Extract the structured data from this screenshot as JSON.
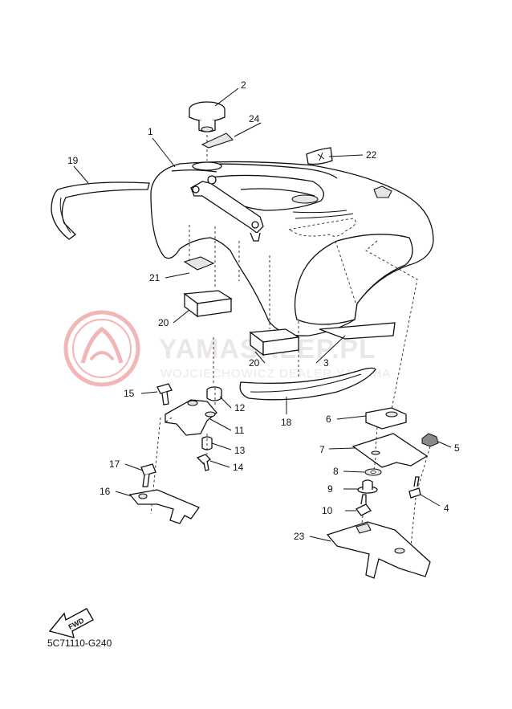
{
  "watermark": {
    "brand": "YAMASKLEP.PL",
    "dealer": "WOJCIECHOWICZ DEALER YAMAHA",
    "brand_color": "#e87b7b",
    "logo_icon": "yamaha-tuning-fork-icon"
  },
  "diagram_code": "5C71110-G240",
  "fwd_label": "FWD",
  "callouts": {
    "c1": "1",
    "c2": "2",
    "c3": "3",
    "c4": "4",
    "c5": "5",
    "c6": "6",
    "c7": "7",
    "c8": "8",
    "c9": "9",
    "c10": "10",
    "c11": "11",
    "c12": "12",
    "c13": "13",
    "c14": "14",
    "c15": "15",
    "c16": "16",
    "c17": "17",
    "c18": "18",
    "c19": "19",
    "c20a": "20",
    "c20b": "20",
    "c21": "21",
    "c22": "22",
    "c23": "23",
    "c24": "24"
  }
}
